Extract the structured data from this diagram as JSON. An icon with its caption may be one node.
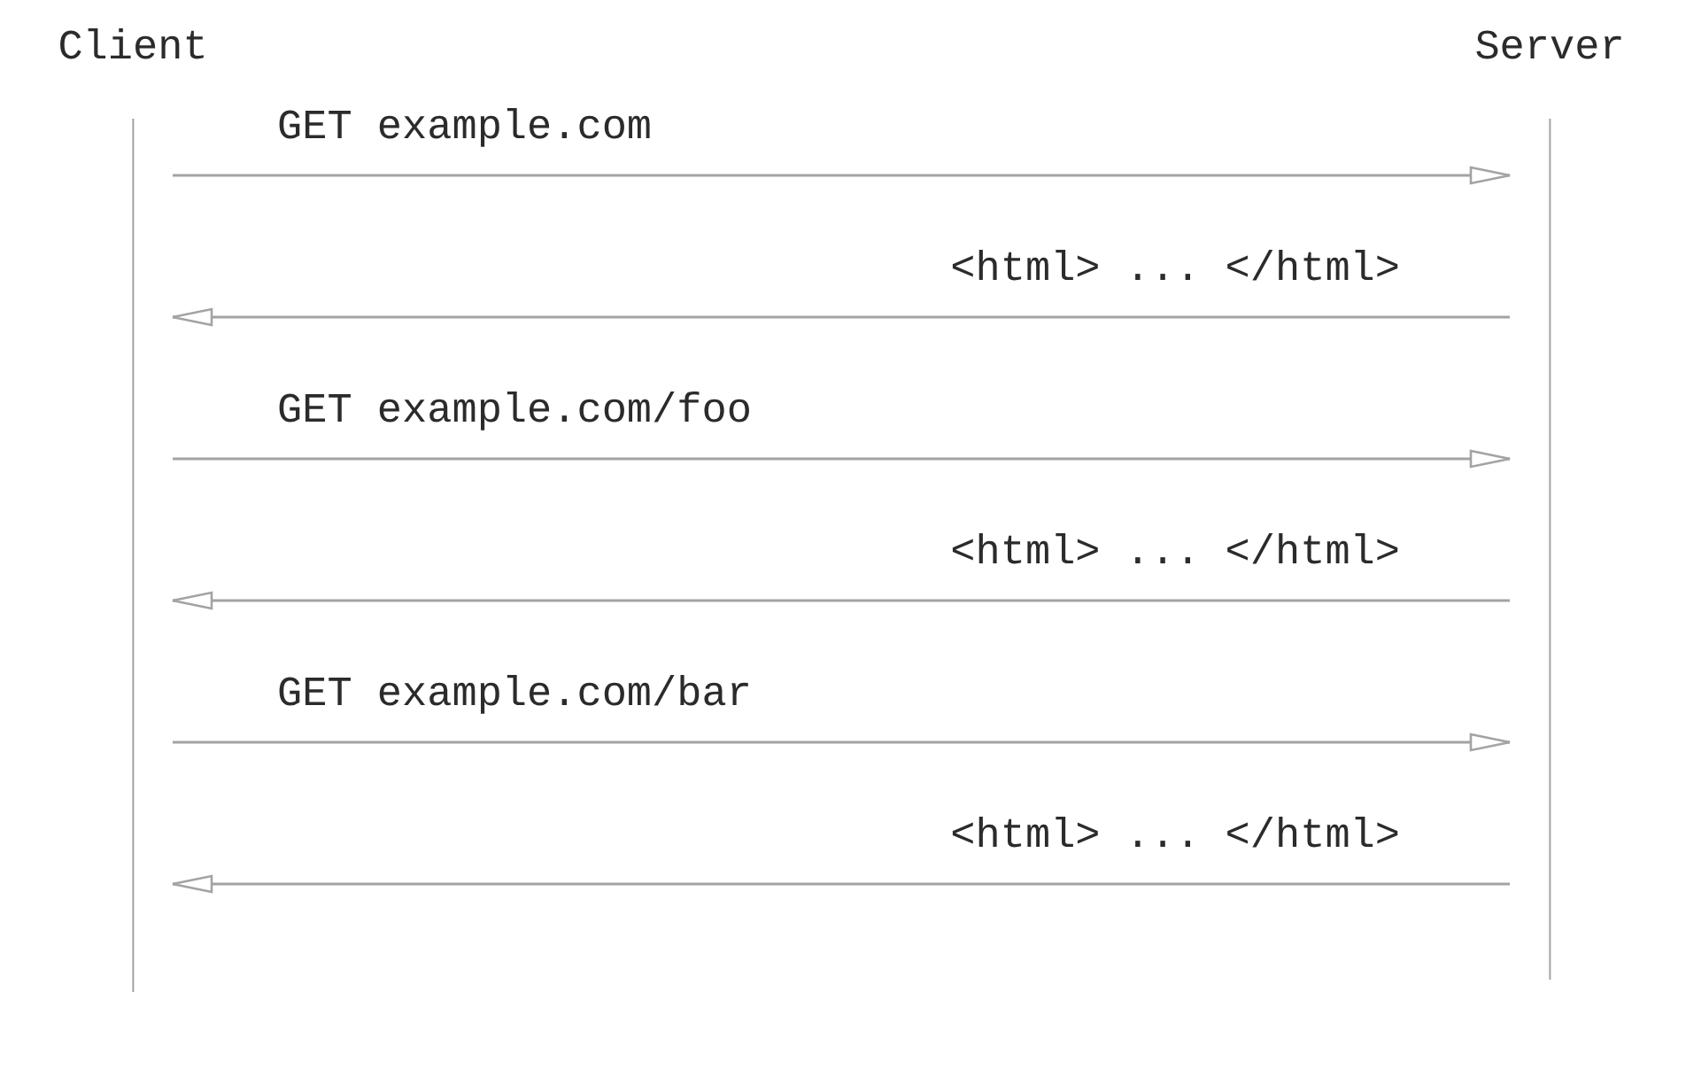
{
  "diagram": {
    "nodes": [
      {
        "text": [
          "Client"
        ]
      },
      {
        "text": [
          "Server"
        ]
      }
    ],
    "edges": [
      {
        "from": 0,
        "to": 1,
        "arrow": "to",
        "label": "GET example.com"
      },
      {
        "from": 1,
        "to": 0,
        "arrow": "to",
        "label": "<html> ... </html>"
      },
      {
        "from": 0,
        "to": 1,
        "arrow": "to",
        "label": "GET example.com/foo"
      },
      {
        "from": 1,
        "to": 0,
        "arrow": "to",
        "label": "<html> ... </html>"
      },
      {
        "from": 0,
        "to": 1,
        "arrow": "to",
        "label": "GET example.com/bar"
      },
      {
        "from": 1,
        "to": 0,
        "arrow": "to",
        "label": "<html> ... </html>"
      }
    ]
  }
}
